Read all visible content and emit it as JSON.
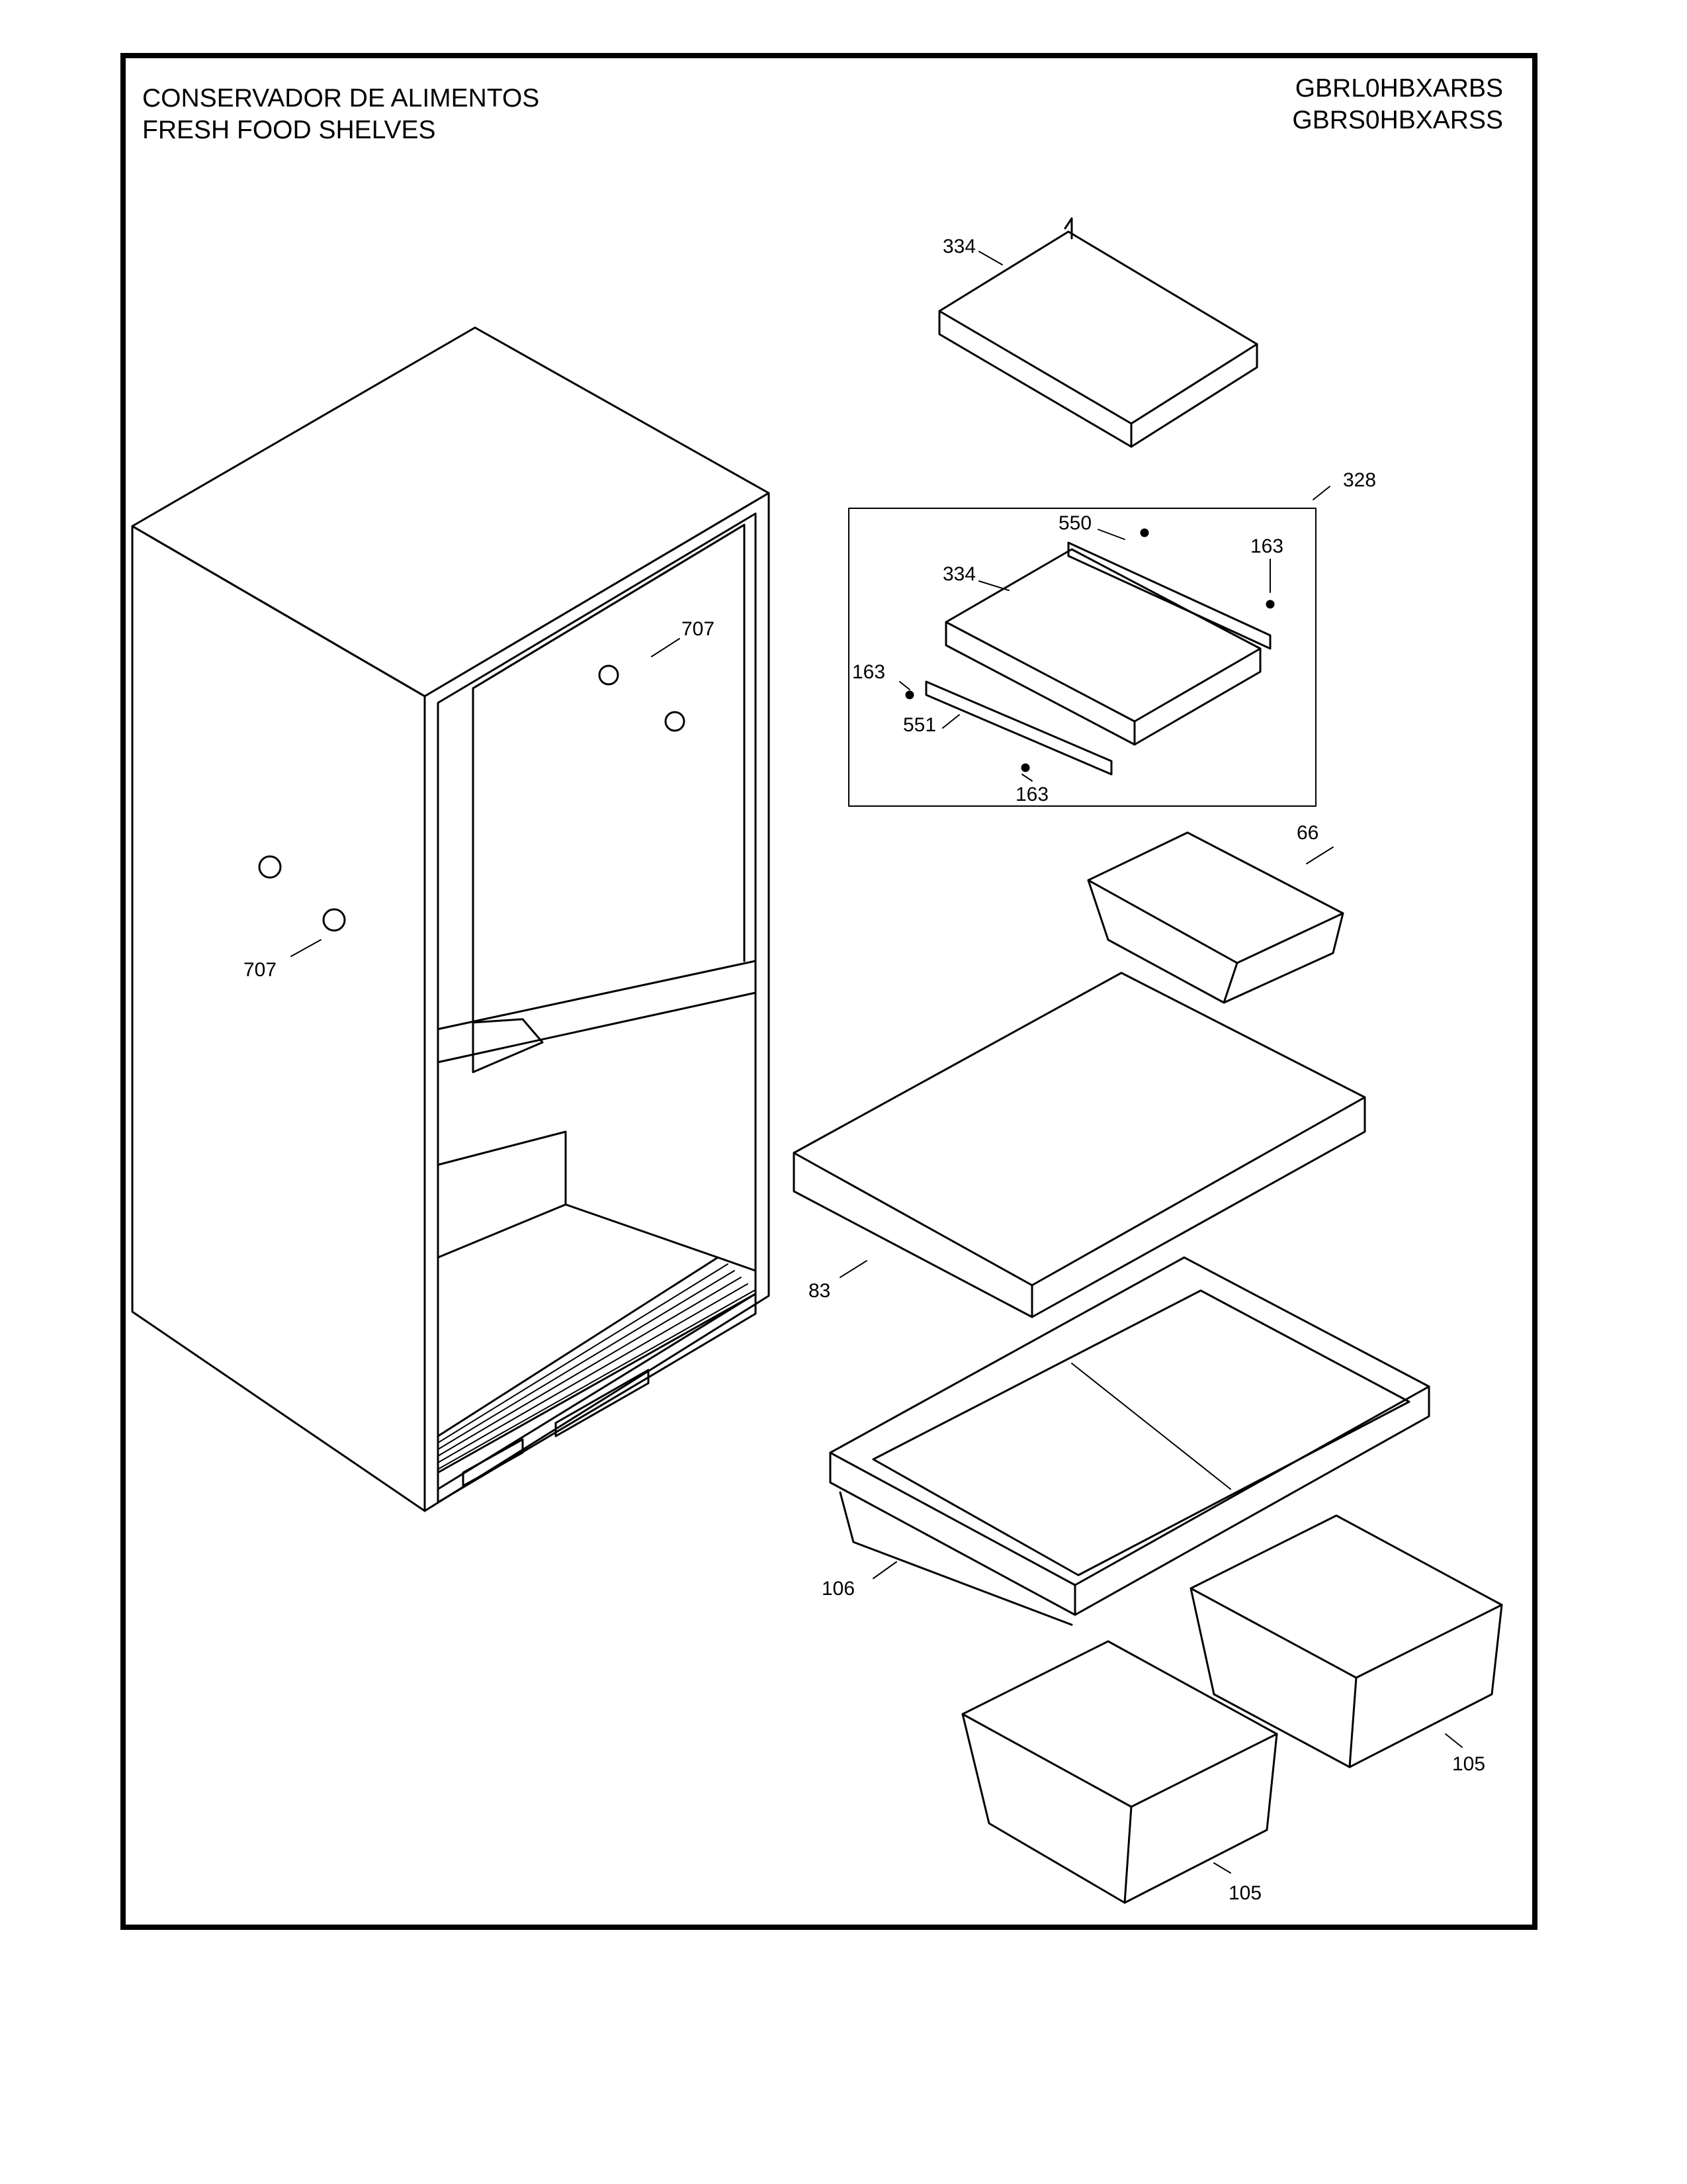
{
  "header": {
    "title_es": "CONSERVADOR DE ALIMENTOS",
    "title_en": "FRESH FOOD SHELVES",
    "models": [
      "GBRL0HBXARBS",
      "GBRS0HBXARSS"
    ]
  },
  "callouts": {
    "c334_top": "334",
    "c328": "328",
    "c550": "550",
    "c163_top": "163",
    "c334_kit": "334",
    "c707_upper": "707",
    "c163_left": "163",
    "c551": "551",
    "c163_bottom": "163",
    "c66": "66",
    "c707_lower": "707",
    "c83": "83",
    "c106": "106",
    "c105_right": "105",
    "c105_left": "105"
  }
}
